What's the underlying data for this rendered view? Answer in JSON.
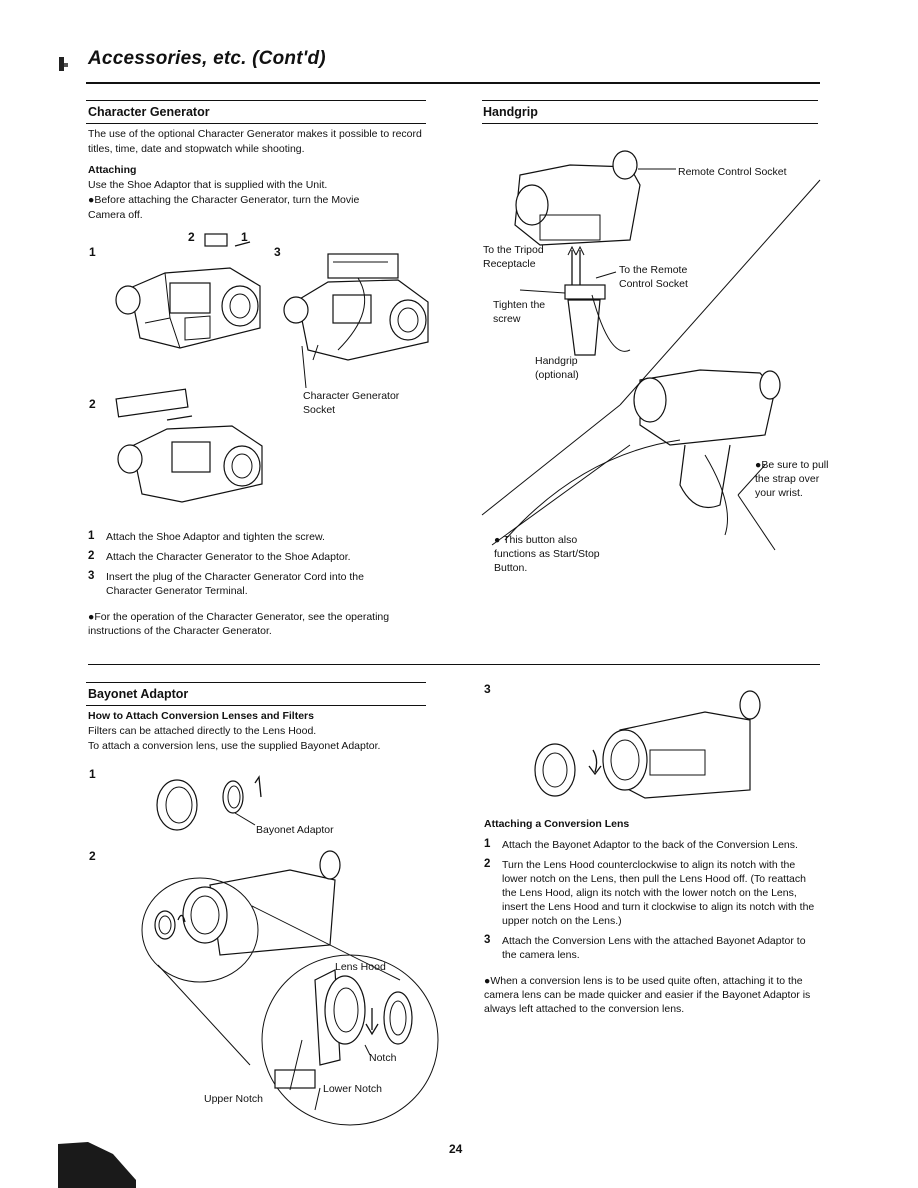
{
  "header": {
    "title": "Accessories, etc. (Cont'd)"
  },
  "character_generator": {
    "heading": "Character Generator",
    "intro": "The use of the optional Character Generator makes it possible to record titles, time, date and stopwatch while shooting.",
    "attaching_heading": "Attaching",
    "attaching_text": "Use the Shoe Adaptor that is supplied with the Unit.",
    "bullet": "●Before attaching the Character Generator, turn the Movie Camera off.",
    "fig_step1": "1",
    "fig_step2": "2",
    "fig_num_2": "2",
    "fig_num_1": "1",
    "fig_num_3": "3",
    "socket_label": "Character Generator Socket",
    "steps": [
      {
        "n": "1",
        "text": "Attach the Shoe Adaptor and tighten the screw."
      },
      {
        "n": "2",
        "text": "Attach the Character Generator to the Shoe Adaptor."
      },
      {
        "n": "3",
        "text": "Insert the plug of the Character Generator Cord into the Character Generator Terminal."
      }
    ],
    "note": "●For the operation of the Character Generator, see the operating instructions of the Character Generator."
  },
  "handgrip": {
    "heading": "Handgrip",
    "remote_socket": "Remote Control Socket",
    "tripod": "To the Tripod Receptacle",
    "to_remote": "To the Remote Control Socket",
    "tighten": "Tighten the screw",
    "handgrip_label": "Handgrip (optional)",
    "strap": "●Be sure to pull the strap over your wrist.",
    "button": "● This button also functions as Start/Stop Button."
  },
  "bayonet": {
    "heading": "Bayonet Adaptor",
    "subheading": "How to Attach Conversion Lenses and Filters",
    "line1": "Filters can be attached directly to the Lens Hood.",
    "line2": "To attach a conversion lens, use the supplied Bayonet Adaptor.",
    "fig1": "1",
    "fig2": "2",
    "fig3": "3",
    "adaptor_label": "Bayonet Adaptor",
    "lens_hood": "Lens Hood",
    "notch": "Notch",
    "lower_notch": "Lower Notch",
    "upper_notch": "Upper Notch"
  },
  "conversion_lens": {
    "heading": "Attaching a Conversion Lens",
    "steps": [
      {
        "n": "1",
        "text": "Attach the Bayonet Adaptor to the back of the Conversion Lens."
      },
      {
        "n": "2",
        "text": "Turn the Lens Hood counterclockwise to align its notch with the lower notch on the Lens, then pull the Lens Hood off. (To reattach the Lens Hood, align its notch with the lower notch on the Lens, insert the Lens Hood and turn it clockwise to align its notch with the upper notch on the Lens.)"
      },
      {
        "n": "3",
        "text": "Attach the Conversion Lens with the attached Bayonet Adaptor to the camera lens."
      }
    ],
    "note": "●When a conversion lens is to be used quite often, attaching it to the camera lens can be made quicker and easier if the Bayonet Adaptor is always left attached to the conversion lens."
  },
  "footer": {
    "page_number": "24"
  }
}
